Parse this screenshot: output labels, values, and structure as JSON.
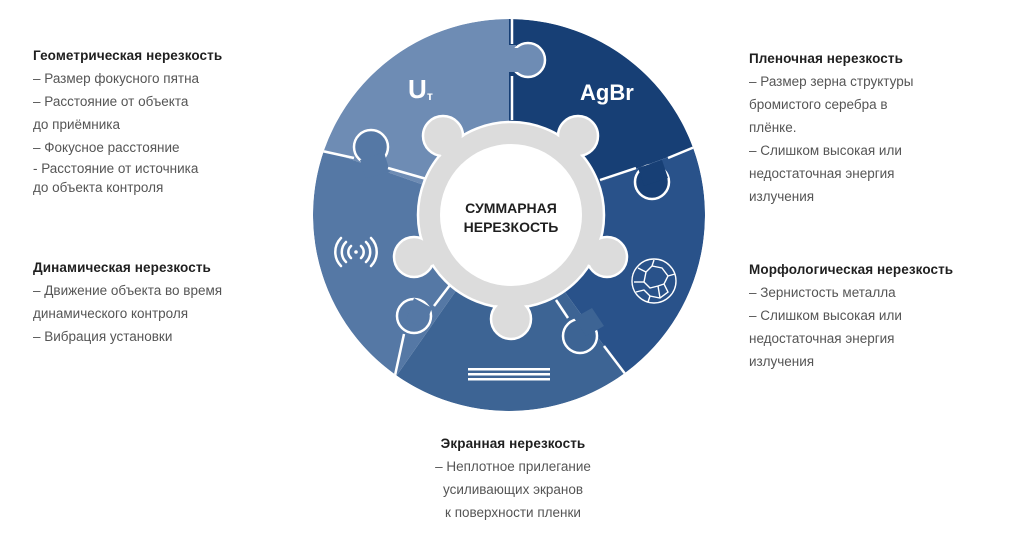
{
  "center": {
    "line1": "СУММАРНАЯ",
    "line2": "НЕРЕЗКОСТЬ"
  },
  "segments": [
    {
      "id": "geometric",
      "icon": "ut-symbol-icon",
      "icon_text_main": "U",
      "icon_text_sub": "т",
      "color": "#6e8cb4"
    },
    {
      "id": "film",
      "icon": "agbr-text-icon",
      "icon_text_main": "AgBr",
      "color": "#173f75"
    },
    {
      "id": "morphological",
      "icon": "metal-grain-icon",
      "color": "#29528a"
    },
    {
      "id": "screen",
      "icon": "screen-lines-icon",
      "color": "#3d6494"
    },
    {
      "id": "dynamic",
      "icon": "vibration-wave-icon",
      "color": "#5578a5"
    }
  ],
  "ring_color": "#dcdcdc",
  "blocks": {
    "geometric": {
      "title": "Геометрическая нерезкость",
      "lines": [
        "– Размер фокусного пятна",
        "– Расстояние от объекта",
        "до приёмника",
        "– Фокусное расстояние",
        "- Расстояние от источника",
        "до объекта контроля"
      ]
    },
    "dynamic": {
      "title": "Динамическая нерезкость",
      "lines": [
        "– Движение объекта во время",
        "динамического контроля",
        "– Вибрация установки"
      ]
    },
    "film": {
      "title": "Пленочная нерезкость",
      "lines": [
        "– Размер зерна структуры",
        "бромистого серебра в",
        "плёнке.",
        "– Слишком высокая или",
        "недостаточная энергия",
        "излучения"
      ]
    },
    "morphological": {
      "title": "Морфологическая нерезкость",
      "lines": [
        "– Зернистость металла",
        "– Слишком высокая или",
        "недостаточная энергия",
        "излучения"
      ]
    },
    "screen": {
      "title": "Экранная нерезкость",
      "lines": [
        "– Неплотное прилегание",
        "усиливающих экранов",
        "к поверхности пленки"
      ]
    }
  }
}
